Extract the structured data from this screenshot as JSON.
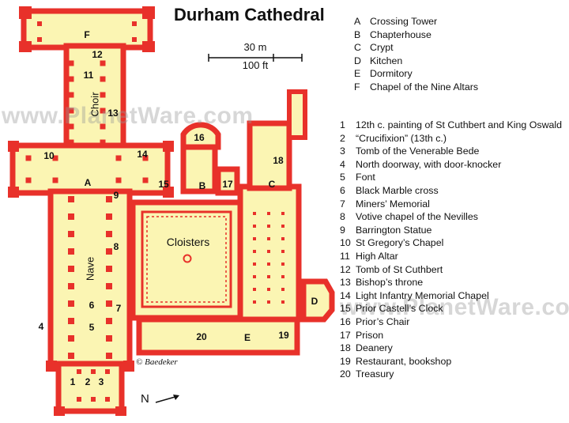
{
  "title": "Durham Cathedral",
  "scale": {
    "metric": "30 m",
    "imperial": "100 ft"
  },
  "legend_letters": [
    {
      "key": "A",
      "text": "Crossing Tower"
    },
    {
      "key": "B",
      "text": "Chapterhouse"
    },
    {
      "key": "C",
      "text": "Crypt"
    },
    {
      "key": "D",
      "text": "Kitchen"
    },
    {
      "key": "E",
      "text": "Dormitory"
    },
    {
      "key": "F",
      "text": "Chapel of the Nine Altars"
    }
  ],
  "legend_numbers": [
    {
      "key": "1",
      "text": "12th c. painting of St Cuthbert and King Oswald"
    },
    {
      "key": "2",
      "text": "“Crucifixion” (13th c.)"
    },
    {
      "key": "3",
      "text": "Tomb of the Venerable Bede"
    },
    {
      "key": "4",
      "text": "North doorway, with door-knocker"
    },
    {
      "key": "5",
      "text": "Font"
    },
    {
      "key": "6",
      "text": "Black Marble cross"
    },
    {
      "key": "7",
      "text": "Miners’ Memorial"
    },
    {
      "key": "8",
      "text": "Votive chapel of the Nevilles"
    },
    {
      "key": "9",
      "text": "Barrington Statue"
    },
    {
      "key": "10",
      "text": "St Gregory’s Chapel"
    },
    {
      "key": "11",
      "text": "High Altar"
    },
    {
      "key": "12",
      "text": "Tomb of St Cuthbert"
    },
    {
      "key": "13",
      "text": "Bishop’s throne"
    },
    {
      "key": "14",
      "text": "Light Infantry Memorial Chapel"
    },
    {
      "key": "15",
      "text": "Prior Castell’s Clock"
    },
    {
      "key": "16",
      "text": "Prior’s Chair"
    },
    {
      "key": "17",
      "text": "Prison"
    },
    {
      "key": "18",
      "text": "Deanery"
    },
    {
      "key": "19",
      "text": "Restaurant, bookshop"
    },
    {
      "key": "20",
      "text": "Treasury"
    }
  ],
  "map_labels": {
    "choir": "Choir",
    "nave": "Nave",
    "cloisters": "Cloisters",
    "north": "N",
    "credit": "© Baedeker",
    "watermark": "www.PlanetWare.com",
    "letters": {
      "A": "A",
      "B": "B",
      "C": "C",
      "D": "D",
      "E": "E",
      "F": "F"
    },
    "numbers": {
      "n1": "1",
      "n2": "2",
      "n3": "3",
      "n4": "4",
      "n5": "5",
      "n6": "6",
      "n7": "7",
      "n8": "8",
      "n9": "9",
      "n10": "10",
      "n11": "11",
      "n12": "12",
      "n13": "13",
      "n14": "14",
      "n15": "15",
      "n16": "16",
      "n17": "17",
      "n18": "18",
      "n19": "19",
      "n20": "20"
    }
  },
  "colors": {
    "wall": "#e8312a",
    "floor": "#fbf5b3",
    "text": "#111111"
  }
}
